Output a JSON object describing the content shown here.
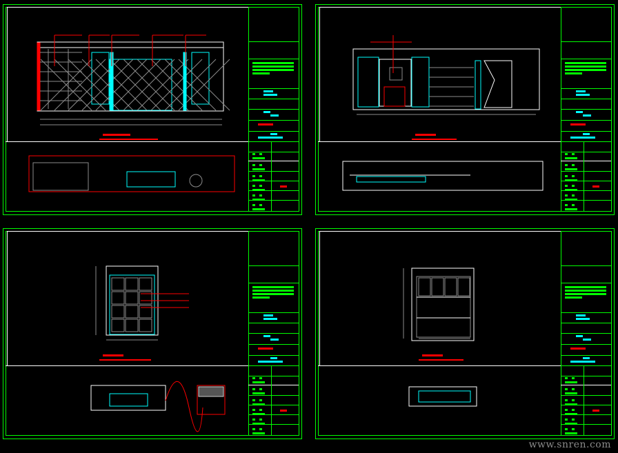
{
  "watermark": "www.snren.com",
  "colors": {
    "frame": "#00ff00",
    "paper_border": "#ffffff",
    "cyan": "#00ffff",
    "red": "#ff0000",
    "gray": "#8c8c8c",
    "magenta": "#ff00ff"
  },
  "sheets": [
    {
      "kind": "tv-wall"
    },
    {
      "kind": "cabinet-wall"
    },
    {
      "kind": "door-panel"
    },
    {
      "kind": "shelf-cabinet"
    }
  ]
}
